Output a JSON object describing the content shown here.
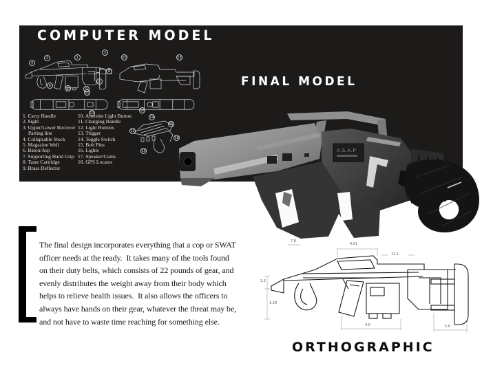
{
  "panel": {
    "title": "COMPUTER MODEL",
    "parts_list": {
      "column1": [
        "1. Carry Handle",
        "2. Sight",
        "3. Upper/Lower Reciever",
        "Parting line",
        "4. Collapsable Stock",
        "5. Magazine Well",
        "6. Baton/Asp",
        "7. Supporting Hand Grip",
        "8. Taser Cartridge",
        "9. Brass Deflector"
      ],
      "column2": [
        "10. Alternite Light Button",
        "11. Charging Handle",
        "12. Light Buttons",
        "13. Trigger",
        "14. Toggle Switch",
        "15. Bolt Pins",
        "16. Lights",
        "17. Speaker/Coms",
        "18. GPS Locator"
      ]
    },
    "figures": {
      "side_view_left": {
        "callouts": [
          1,
          2,
          3,
          4,
          5,
          6,
          7,
          8,
          9
        ]
      },
      "side_view_right": {
        "callouts": [
          10,
          13
        ]
      },
      "top_view_left": {
        "callouts": [
          10,
          11
        ]
      },
      "top_view_right": {
        "callouts": [
          16
        ]
      },
      "detail_view": {
        "callouts": [
          14,
          15,
          18,
          12,
          13
        ]
      }
    }
  },
  "final_model": {
    "title": "FINAL MODEL",
    "engraving": "A.S.A.P"
  },
  "description": {
    "lines": [
      "The final design incorporates everything that a cop or SWAT",
      "officer needs at the ready.  It takes many of the tools found",
      "on their duty belts, which consists of 22 pounds of gear, and",
      "evenly distributes the weight away from their body which",
      "helps to relieve health issues.  It also allows the officers to",
      "always have hands on their gear, whatever the threat may be,",
      "and not have to waste time reaching for something else."
    ]
  },
  "orthographic": {
    "title": "ORTHOGRAPHIC",
    "dimensions": {
      "top_left": "7.8",
      "top_mid": "4.01",
      "barrel": "12.1",
      "left_upper": "1.2",
      "left_lower": "1.29",
      "bottom_mid": "4.5",
      "bottom_right": "5.6"
    }
  },
  "colors": {
    "panel_bg": "#1d1b1a",
    "line_art": "#d9d9d9",
    "gun_body_light": "#a6a6a6",
    "gun_body_dark": "#6e6e6e",
    "gun_grip": "#303030",
    "strap": "#141414",
    "text_dark": "#161616"
  }
}
